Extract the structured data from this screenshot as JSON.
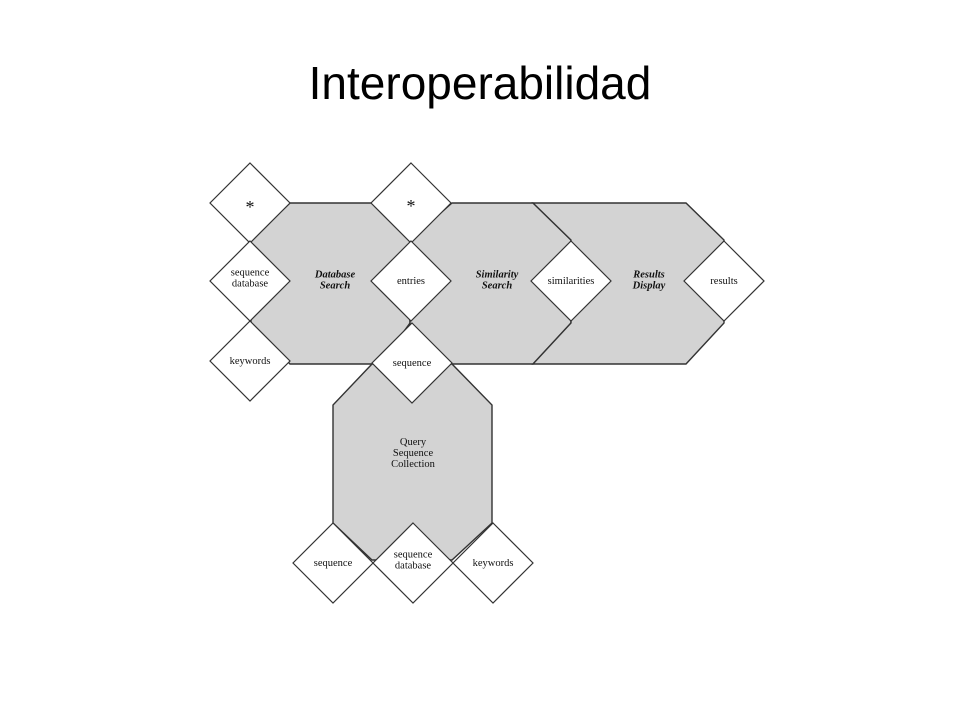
{
  "slide": {
    "title": "Interoperabilidad"
  },
  "colors": {
    "hex_fill": "#d3d3d3",
    "diamond_fill": "#ffffff",
    "stroke": "#333333"
  },
  "diagram": {
    "hexagons": {
      "database_search": [
        "Database",
        "Search"
      ],
      "similarity_search": [
        "Similarity",
        "Search"
      ],
      "results_display": [
        "Results",
        "Display"
      ],
      "query_sequence_collection": [
        "Query",
        "Sequence",
        "Collection"
      ]
    },
    "ports": {
      "star_db": [
        "*"
      ],
      "star_sim": [
        "*"
      ],
      "sequence_database_top": [
        "sequence",
        "database"
      ],
      "keywords_top": [
        "keywords"
      ],
      "entries": [
        "entries"
      ],
      "similarities": [
        "similarities"
      ],
      "results": [
        "results"
      ],
      "sequence_mid": [
        "sequence"
      ],
      "sequence_bottom": [
        "sequence"
      ],
      "sequence_database_bottom": [
        "sequence",
        "database"
      ],
      "keywords_bottom": [
        "keywords"
      ]
    }
  }
}
